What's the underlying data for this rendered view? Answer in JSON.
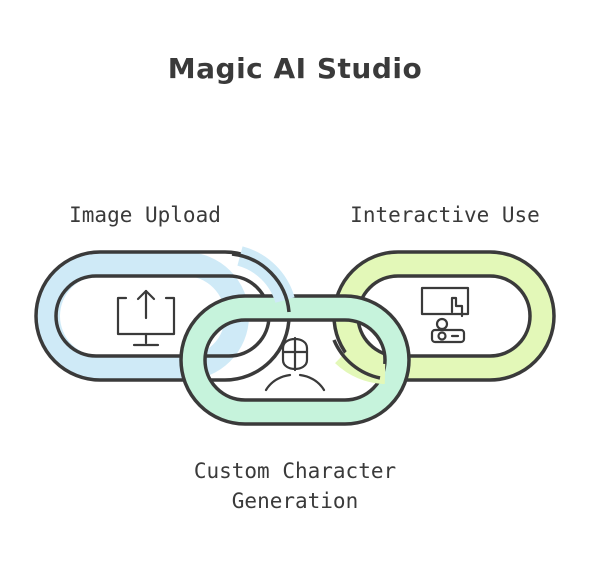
{
  "title": "Magic AI Studio",
  "links": [
    {
      "label": "Image Upload",
      "icon": "upload-monitor-icon",
      "color": "#cfeaf7"
    },
    {
      "label": "Custom Character Generation",
      "label_lines": [
        "Custom Character",
        "Generation"
      ],
      "icon": "character-mask-icon",
      "color": "#c6f3dc"
    },
    {
      "label": "Interactive Use",
      "icon": "touch-screen-projector-icon",
      "color": "#e3f8b8"
    }
  ],
  "colors": {
    "outline": "#3a3a3a",
    "text": "#3a3a3a",
    "background": "#ffffff"
  }
}
